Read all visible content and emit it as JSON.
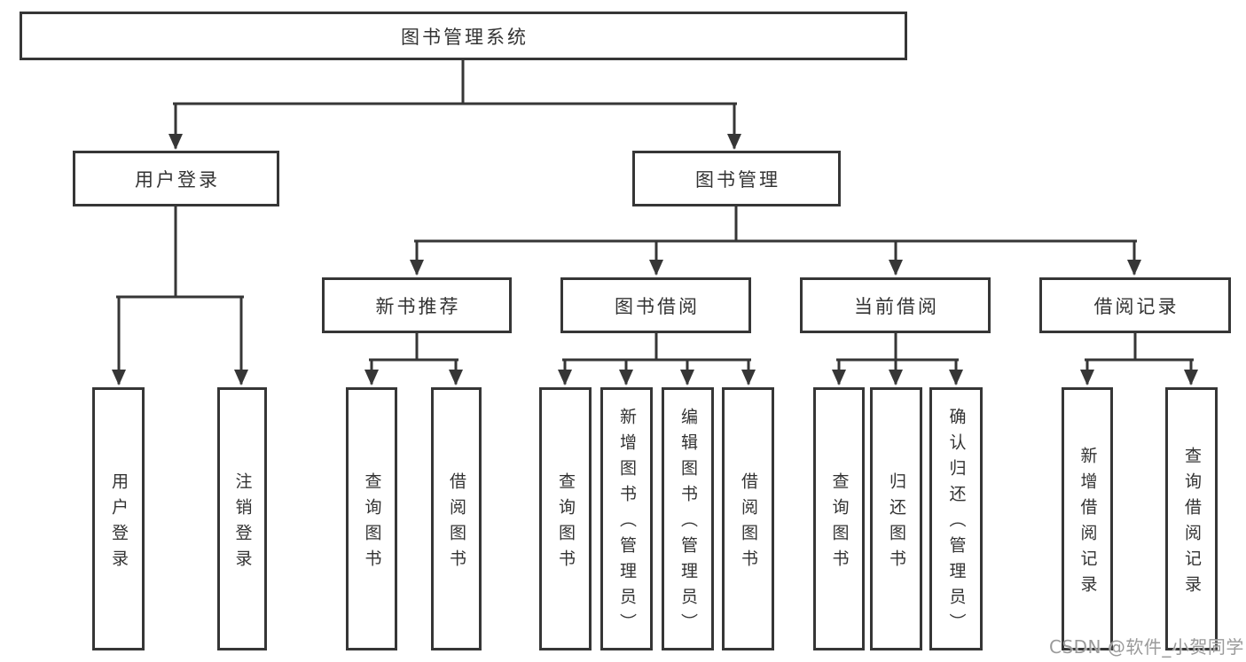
{
  "colors": {
    "line": "#363636",
    "box_border": "#363636",
    "text": "#333333",
    "watermark": "#9a9a9a",
    "background": "#ffffff"
  },
  "tree": {
    "root": {
      "label": "图书管理系统"
    },
    "branches": [
      {
        "label": "用户登录",
        "children": [
          {
            "label": "用户登录"
          },
          {
            "label": "注销登录"
          }
        ]
      },
      {
        "label": "图书管理",
        "children": [
          {
            "label": "新书推荐",
            "children": [
              {
                "label": "查询图书"
              },
              {
                "label": "借阅图书"
              }
            ]
          },
          {
            "label": "图书借阅",
            "children": [
              {
                "label": "查询图书"
              },
              {
                "label": "新增图书（管理员）"
              },
              {
                "label": "编辑图书（管理员）"
              },
              {
                "label": "借阅图书"
              }
            ]
          },
          {
            "label": "当前借阅",
            "children": [
              {
                "label": "查询图书"
              },
              {
                "label": "归还图书"
              },
              {
                "label": "确认归还（管理员）"
              }
            ]
          },
          {
            "label": "借阅记录",
            "children": [
              {
                "label": "新增借阅记录"
              },
              {
                "label": "查询借阅记录"
              }
            ]
          }
        ]
      }
    ]
  },
  "watermark": {
    "text": "CSDN @软件_小贺同学"
  }
}
